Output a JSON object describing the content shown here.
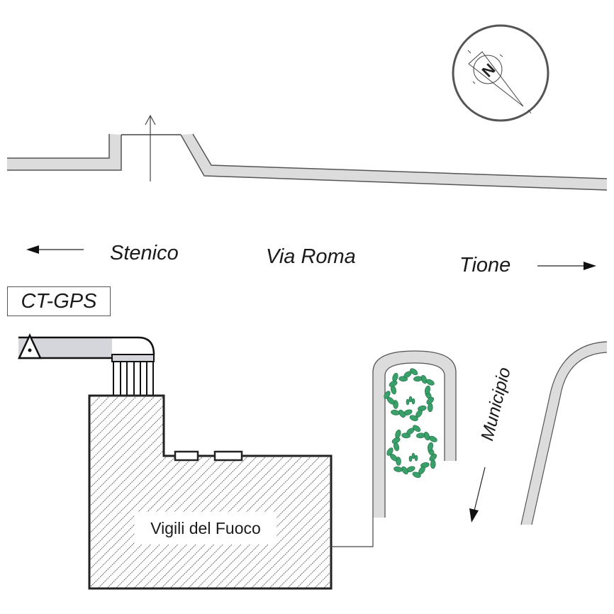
{
  "map": {
    "north_label": "N",
    "road_name": "Via Roma",
    "direction_left": "Stenico",
    "direction_right": "Tione",
    "direction_down": "Municipio",
    "station_label": "CT-GPS",
    "building_label": "Vigili del Fuoco",
    "colors": {
      "road_fill": "#dcdcdc",
      "road_outline": "#555555",
      "tree_fill": "#3aa06a",
      "building_outline": "#222222",
      "hatch": "#222222"
    }
  }
}
